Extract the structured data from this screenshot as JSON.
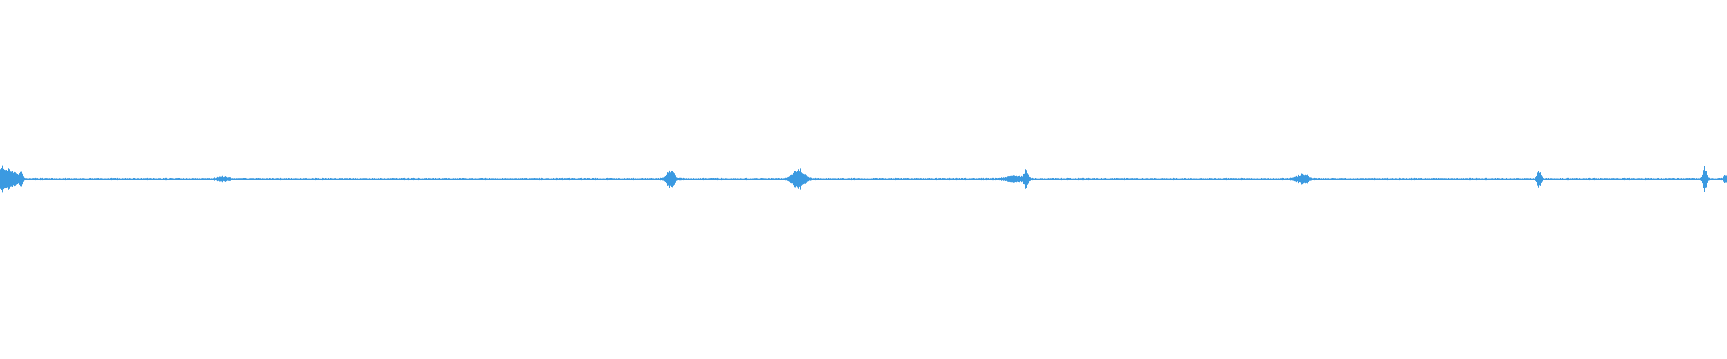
{
  "waveform": {
    "color": "#3b9ae1",
    "baseline_color": "#5aaee8",
    "duration_fraction_start": 0.0,
    "bursts": [
      {
        "position": 0.0,
        "amplitude": 0.035,
        "spread": 0.004
      },
      {
        "position": 0.007,
        "amplitude": 0.015,
        "spread": 0.003
      },
      {
        "position": 0.012,
        "amplitude": 0.018,
        "spread": 0.001
      },
      {
        "position": 0.129,
        "amplitude": 0.006,
        "spread": 0.003
      },
      {
        "position": 0.388,
        "amplitude": 0.025,
        "spread": 0.002
      },
      {
        "position": 0.462,
        "amplitude": 0.03,
        "spread": 0.003
      },
      {
        "position": 0.587,
        "amplitude": 0.01,
        "spread": 0.004
      },
      {
        "position": 0.594,
        "amplitude": 0.03,
        "spread": 0.001
      },
      {
        "position": 0.754,
        "amplitude": 0.014,
        "spread": 0.003
      },
      {
        "position": 0.891,
        "amplitude": 0.022,
        "spread": 0.001
      },
      {
        "position": 0.987,
        "amplitude": 0.042,
        "spread": 0.001
      },
      {
        "position": 0.999,
        "amplitude": 0.012,
        "spread": 0.001
      }
    ],
    "noise_amplitude": 0.004
  }
}
